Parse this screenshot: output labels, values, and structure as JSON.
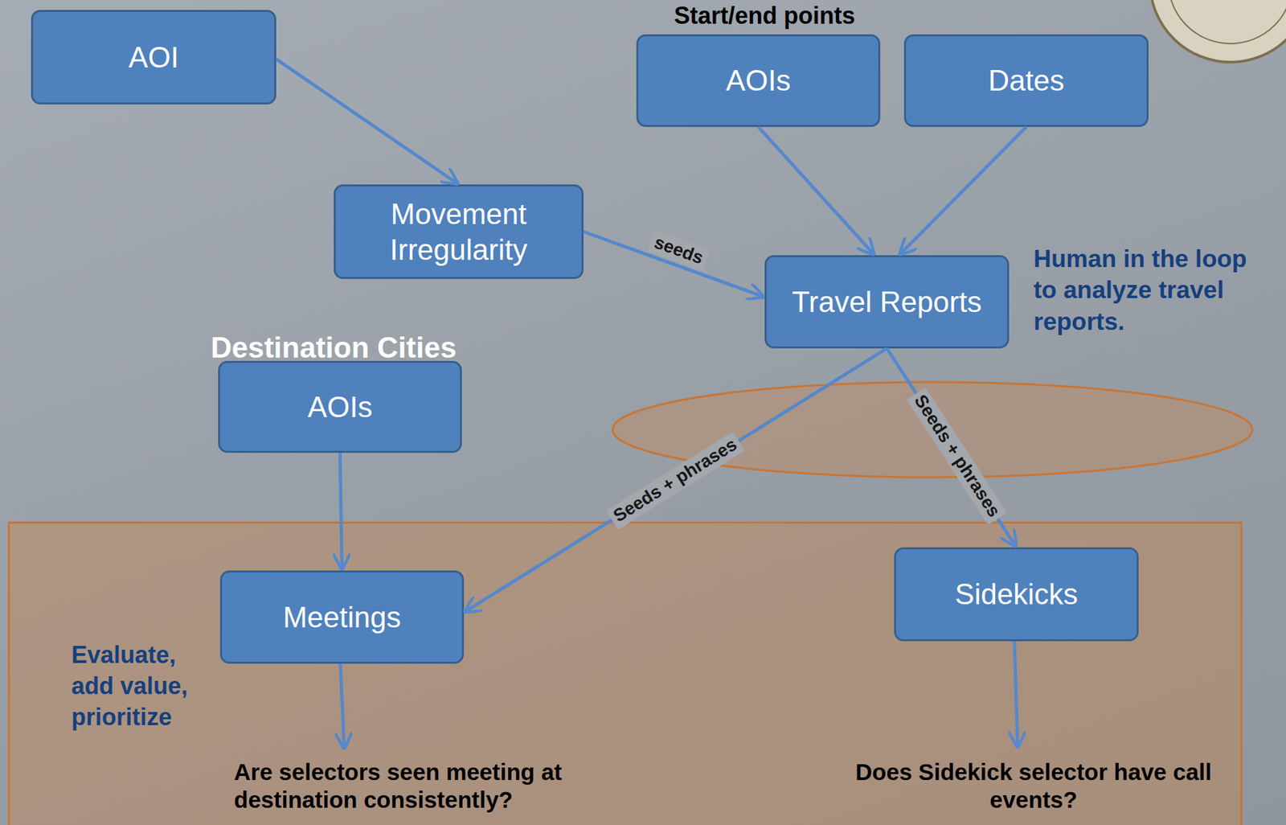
{
  "diagram": {
    "nodes": [
      {
        "text": [
          "AOI"
        ]
      },
      {
        "text": [
          "AOIs"
        ]
      },
      {
        "text": [
          "Dates"
        ]
      },
      {
        "text": [
          "Movement Irregularity"
        ]
      },
      {
        "text": [
          "Travel Reports"
        ]
      },
      {
        "text": [
          "Destination Cities",
          "AOIs"
        ]
      },
      {
        "text": [
          "Evaluate, add value, prioritize",
          "Are selectors seen meeting at destination consistently?",
          "Does Sidekick selector have call events?"
        ]
      },
      {
        "text": [
          "Meetings"
        ],
        "in": 6
      },
      {
        "text": [
          "Sidekicks"
        ],
        "in": 6
      }
    ],
    "edges": [
      {
        "from": 0,
        "to": 3,
        "arrow": "to"
      },
      {
        "from": 3,
        "to": 4,
        "label": "seeds",
        "arrow": "to"
      },
      {
        "from": 1,
        "to": 4,
        "arrow": "to"
      },
      {
        "from": 2,
        "to": 4,
        "arrow": "to"
      },
      {
        "from": 4,
        "to": 7,
        "label": "Seeds + phrases",
        "arrow": "to"
      },
      {
        "from": 4,
        "to": 8,
        "label": "Seeds + phrases",
        "arrow": "to"
      },
      {
        "from": 5,
        "to": 7,
        "arrow": "to"
      }
    ],
    "labels": [
      "Start/end points",
      "Human in the loop to analyze travel reports."
    ]
  }
}
